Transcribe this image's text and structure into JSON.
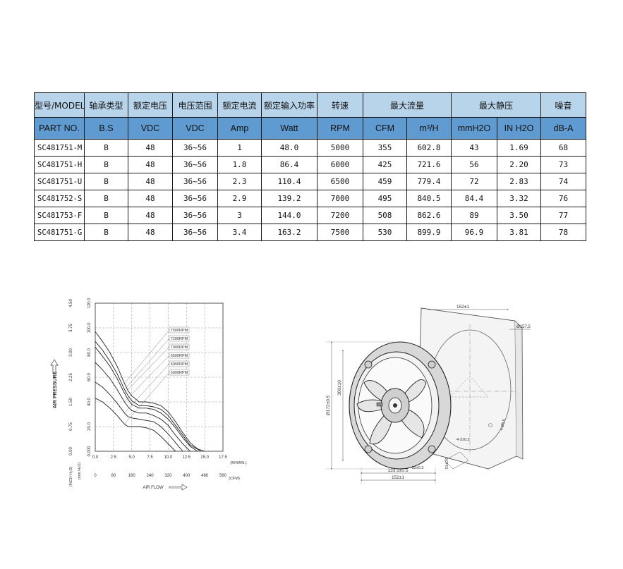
{
  "table": {
    "header_cn": [
      {
        "text": "型号/MODEL",
        "colspan": 1
      },
      {
        "text": "轴承类型",
        "colspan": 1
      },
      {
        "text": "额定电压",
        "colspan": 1
      },
      {
        "text": "电压范围",
        "colspan": 1
      },
      {
        "text": "额定电流",
        "colspan": 1
      },
      {
        "text": "额定输入功率",
        "colspan": 1
      },
      {
        "text": "转速",
        "colspan": 1
      },
      {
        "text": "最大流量",
        "colspan": 2
      },
      {
        "text": "最大静压",
        "colspan": 2
      },
      {
        "text": "噪音",
        "colspan": 1
      }
    ],
    "header_en": [
      "PART NO.",
      "B.S",
      "VDC",
      "VDC",
      "Amp",
      "Watt",
      "RPM",
      "CFM",
      "m³/H",
      "mmH2O",
      "IN H2O",
      "dB-A"
    ],
    "rows": [
      [
        "SC481751-M",
        "B",
        "48",
        "36~56",
        "1",
        "48.0",
        "5000",
        "355",
        "602.8",
        "43",
        "1.69",
        "68"
      ],
      [
        "SC481751-H",
        "B",
        "48",
        "36~56",
        "1.8",
        "86.4",
        "6000",
        "425",
        "721.6",
        "56",
        "2.20",
        "73"
      ],
      [
        "SC481751-U",
        "B",
        "48",
        "36~56",
        "2.3",
        "110.4",
        "6500",
        "459",
        "779.4",
        "72",
        "2.83",
        "74"
      ],
      [
        "SC481752-S",
        "B",
        "48",
        "36~56",
        "2.9",
        "139.2",
        "7000",
        "495",
        "840.5",
        "84.4",
        "3.32",
        "76"
      ],
      [
        "SC481753-F",
        "B",
        "48",
        "36~56",
        "3",
        "144.0",
        "7200",
        "508",
        "862.6",
        "89",
        "3.50",
        "77"
      ],
      [
        "SC481751-G",
        "B",
        "48",
        "36~56",
        "3.4",
        "163.2",
        "7500",
        "530",
        "899.9",
        "96.9",
        "3.81",
        "78"
      ]
    ]
  },
  "chart_data": {
    "type": "line",
    "title": "",
    "xlabel": "AIR FLOW",
    "ylabel": "AIR PRESSURE",
    "x_ticks_m3min": [
      "0.0",
      "2.5",
      "5.0",
      "7.5",
      "10.0",
      "12.5",
      "15.0",
      "17.5"
    ],
    "x_unit_m3min": "(M³/MIN.)",
    "x_ticks_cfm": [
      "0",
      "80",
      "160",
      "240",
      "320",
      "400",
      "480",
      "560"
    ],
    "x_unit_cfm": "(CFM)",
    "y_ticks_mmh2o": [
      "0.000",
      "20.0",
      "40.0",
      "60.0",
      "80.0",
      "100.0",
      "120.0"
    ],
    "y_unit_mmh2o": "(mm H₂O)",
    "y_ticks_inh2o": [
      "0.00",
      "0.75",
      "1.50",
      "2.25",
      "3.00",
      "3.75",
      "4.50"
    ],
    "y_unit_inh2o": "(INCH H₂O)",
    "xlim": [
      0,
      17.5
    ],
    "ylim": [
      0,
      120
    ],
    "grid": true,
    "series": [
      {
        "name": "7500RPM",
        "x": [
          0,
          1,
          2,
          3,
          4,
          4.5,
          5,
          6,
          7,
          8,
          9,
          10,
          11,
          12,
          13,
          14,
          15
        ],
        "y": [
          96.9,
          89,
          80,
          69,
          55,
          49,
          45,
          40,
          40,
          39,
          37,
          32,
          24,
          15,
          7,
          2,
          0
        ]
      },
      {
        "name": "7200RPM",
        "x": [
          0,
          1,
          2,
          3,
          4,
          4.5,
          5,
          6,
          7,
          8,
          9,
          10,
          11,
          12,
          13,
          14.5
        ],
        "y": [
          89,
          82,
          73,
          63,
          50,
          45,
          41,
          37,
          37,
          36,
          34,
          29,
          21,
          13,
          5,
          0
        ]
      },
      {
        "name": "7000RPM",
        "x": [
          0,
          1,
          2,
          3,
          4,
          4.5,
          5,
          6,
          7,
          8,
          9,
          10,
          11,
          12,
          13,
          14
        ],
        "y": [
          84.4,
          77,
          69,
          59,
          47,
          42,
          38,
          35,
          35,
          34,
          31,
          26,
          19,
          11,
          4,
          0
        ]
      },
      {
        "name": "6500RPM",
        "x": [
          0,
          1,
          2,
          3,
          4,
          4.5,
          5,
          6,
          7,
          8,
          9,
          10,
          11,
          12,
          13
        ],
        "y": [
          72,
          66,
          59,
          50,
          40,
          36,
          33,
          31,
          31,
          29,
          26,
          21,
          13,
          6,
          0
        ]
      },
      {
        "name": "6000RPM",
        "x": [
          0,
          1,
          2,
          3,
          4,
          4.5,
          5,
          6,
          7,
          8,
          9,
          10,
          11,
          12
        ],
        "y": [
          56,
          52,
          46,
          39,
          31,
          28,
          27,
          26,
          25,
          24,
          20,
          14,
          7,
          0
        ]
      },
      {
        "name": "5000RPM",
        "x": [
          0,
          1,
          2,
          3,
          4,
          4.5,
          5,
          6,
          7,
          8,
          9,
          10,
          11
        ],
        "y": [
          43,
          40,
          35,
          29,
          22,
          20,
          20,
          20,
          19,
          17,
          12,
          6,
          0
        ]
      }
    ]
  },
  "drawing": {
    "dims": {
      "top_width": "152±1",
      "diameter_right": "Ø157.5",
      "hole_label": "4-Ø5.5",
      "height_vertical": "300±10",
      "diameter_left": "Ø172±0.5",
      "side_dim": "4-3±0.3",
      "bottom_1": "133.5±0.5",
      "bottom_2": "152±1",
      "bottom_3": "52±0.3",
      "depth_dim": "51±0.5"
    }
  }
}
